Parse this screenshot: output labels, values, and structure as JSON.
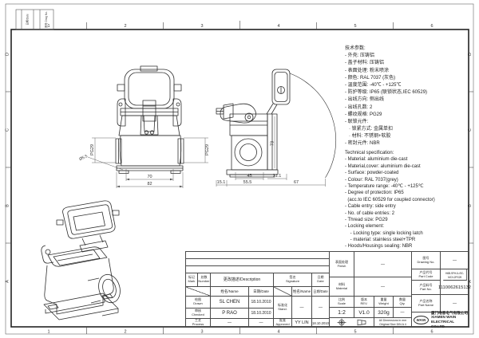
{
  "frame": {
    "zones_top": [
      "1",
      "2",
      "3",
      "4",
      "5",
      "6"
    ],
    "zones_bottom": [
      "1",
      "2",
      "3",
      "4",
      "5",
      "6"
    ],
    "zones_left": [
      "D",
      "C",
      "B",
      "A"
    ],
    "zones_right": [
      "D",
      "C",
      "B",
      "A"
    ],
    "corner": {
      "date_label": "日期/Date",
      "drwg_label": "图号 Drwg No."
    }
  },
  "spec_cn": {
    "lines": [
      "技术参数:",
      "- 外壳: 压铸铝",
      "- 盖子材料: 压铸铝",
      "- 表面处理: 粉末喷涂",
      "- 颜色: RAL 7037 (灰色)",
      "- 温度范围: -40℃ - +125℃",
      "- 防护等级: IP65 (联锁状态,IEC 60529)",
      "- 出线方向: 侧出线",
      "- 出线孔数: 2",
      "- 螺纹规格: PG29",
      "- 联锁元件:",
      "   · 锁紧方式: 金属单扣",
      "   · 材料: 不锈钢+软胶",
      "- 密封元件: NBR"
    ]
  },
  "spec_en": {
    "lines": [
      "Technical specification:",
      "- Material: aluminium die-cast",
      "- Material,cover: aluminium die-cast",
      "- Surface: powder-coated",
      "- Colour: RAL 7037(grey)",
      "- Temperature range: -40℃ - +125℃",
      "- Degree of protection: IP65",
      "  (acc.to IEC 60529 for coupled connector)",
      "- Cable entry: side entry",
      "- No. of cable entries: 2",
      "- Thread size: PG29",
      "- Locking element:",
      "    - Locking type: single locking latch",
      "    - material: stainless steel+TPR",
      "- Hoods/Housings sealing: NBR"
    ]
  },
  "views": {
    "front": {
      "pg29_left": "PG29",
      "pg29_right": "PG29",
      "dia_5_5": "Ø5.5",
      "dim_70": "70",
      "dim_82": "82"
    },
    "side": {
      "dim_73": "73",
      "dim_45": "45",
      "dim_21_1": "21.1",
      "dim_15_1": "15.1",
      "dim_55_5": "55.5",
      "dim_67": "67"
    }
  },
  "title_block": {
    "revision": {
      "mark": "标记\nMark",
      "number": "处数\nNumber",
      "description": "更改描述/Description",
      "signature": "签名\nSignature",
      "date": "日期\nDate",
      "name_hdr": "姓名/Name",
      "date_hdr": "日期/Date",
      "drawn": "绘图\nDrawn",
      "checked": "审核\nChecked",
      "process": "工艺\nProcess",
      "stand": "标准化\nStand.",
      "approved": "批准\nApproved",
      "drawn_name": "SL CHEN",
      "drawn_date": "18.10.2010",
      "checked_name": "P RAO",
      "checked_date": "18.10.2010",
      "process_name": "—",
      "process_date": "—",
      "stand_name": "—",
      "stand_date": "—",
      "approved_name": "YY LIN",
      "approved_date": "18.10.2010"
    },
    "mid": {
      "finish": "表面处理\nFinish",
      "finish_val": "—",
      "material": "材料\nMaterial",
      "material_val": "—",
      "scale": "比例\nScale",
      "rev": "版本\nREV.",
      "weight": "重量\nWeight",
      "qty": "数量\nQty.",
      "scale_val": "1:2",
      "rev_val": "V1.0",
      "weight_val": "320g",
      "qty_val": "—",
      "dims_note": "All Dimensions in mm\nOriginal Size DIN A 4"
    },
    "right": {
      "drawing_no": "图号\nDrawing No.",
      "drawing_no_val": "—",
      "part_code": "产品代号\nPart Code",
      "part_code_val": "H6B-SFH-1L/SC-MCV-2PG29",
      "part_no": "产品料号\nPart No.",
      "part_no_val": "1110062615132",
      "part_name": "产品名称\nPart Name",
      "part_name_val": "—",
      "logo": "WAIN",
      "company": "厦门唯恩电气有限公司\nXIAMEN WAIN ELECTRICAL CO.LTD"
    }
  }
}
